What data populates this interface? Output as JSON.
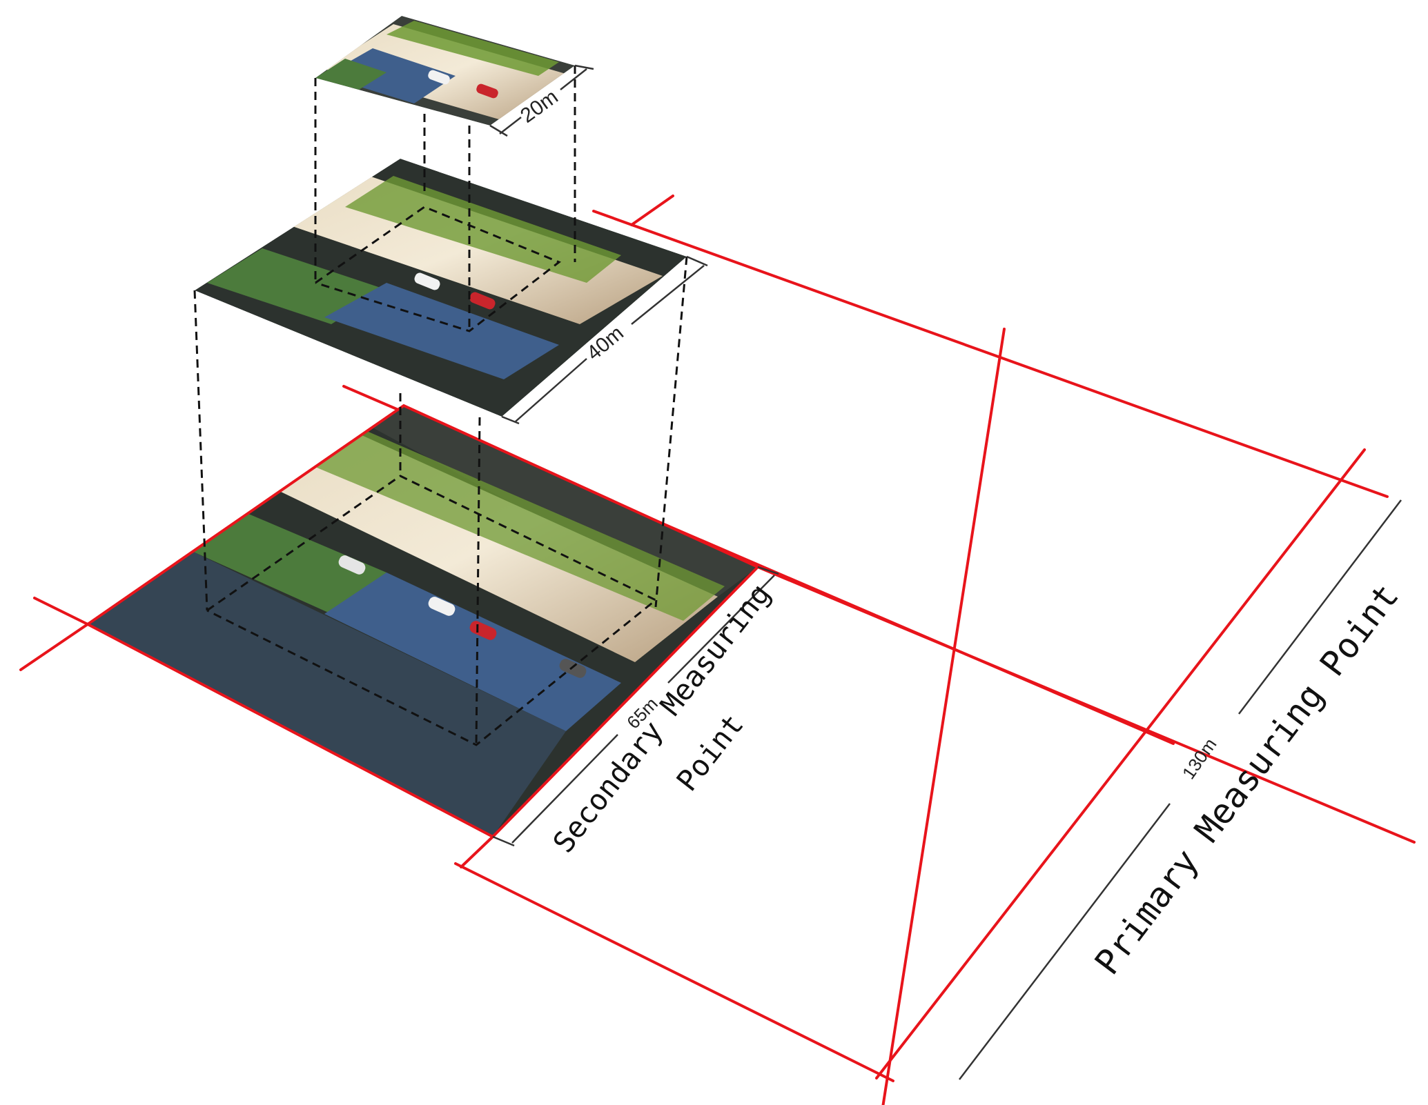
{
  "labels": {
    "dim_small": "20m",
    "dim_mid": "40m",
    "dim_base": "65m",
    "dim_primary": "130m",
    "secondary_line1": "Secondary Measuring",
    "secondary_line2": "Point",
    "primary": "Primary Measuring Point"
  },
  "colors": {
    "grid": "#e8141b",
    "road": "#cbb697",
    "seats_blue": "#3f5f8c",
    "seats_green": "#4c7b3c",
    "vegetation": "#6f9a34",
    "dark_roof": "#2c322e"
  }
}
